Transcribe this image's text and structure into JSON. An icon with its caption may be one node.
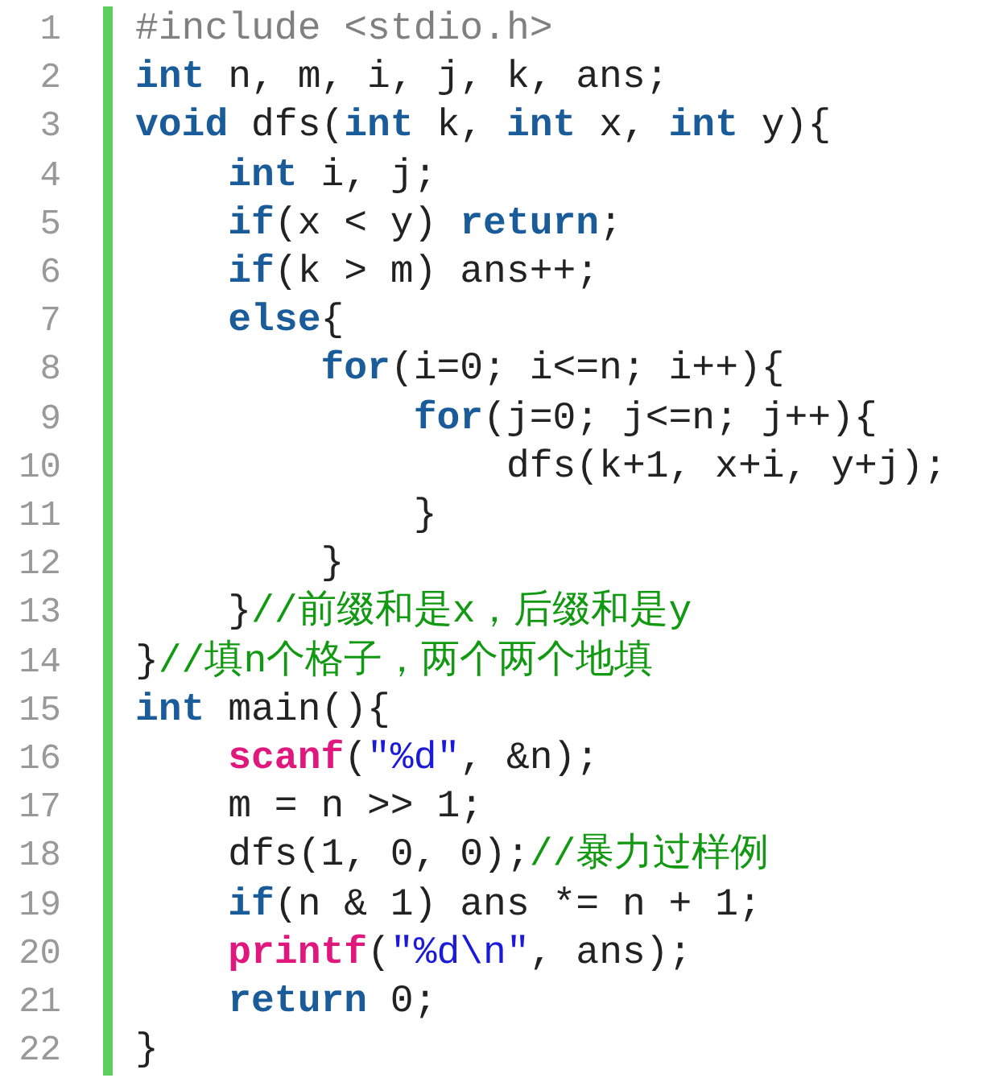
{
  "diagram": {
    "labels": [
      "1",
      "#include <stdio.h>",
      "2",
      "int n, m, i, j, k, ans;",
      "3",
      "void dfs(int k, int x, int y){",
      "4",
      "    int i, j;",
      "5",
      "    if(x < y) return;",
      "6",
      "    if(k > m) ans++;",
      "7",
      "    else{",
      "8",
      "        for(i=0; i<=n; i++){",
      "9",
      "            for(j=0; j<=n; j++){",
      "10",
      "                dfs(k+1, x+i, y+j);",
      "11",
      "            }",
      "12",
      "        }",
      "13",
      "    }//前缀和是x，后缀和是y",
      "14",
      "}//填n个格子，两个两个地填",
      "15",
      "int main(){",
      "16",
      "    scanf(\"%d\", &n);",
      "17",
      "    m = n >> 1;",
      "18",
      "    dfs(1, 0, 0);//暴力过样例",
      "19",
      "    if(n & 1) ans *= n + 1;",
      "20",
      "    printf(\"%d\\n\", ans);",
      "21",
      "    return 0;",
      "22",
      "}"
    ]
  }
}
